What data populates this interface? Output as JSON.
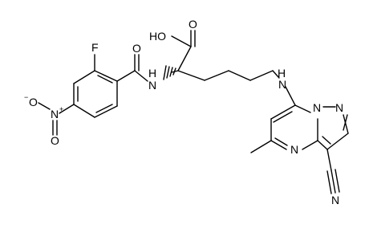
{
  "molecule": {
    "atoms": {
      "hydroxyl": "HO",
      "acid_oxygen": "O",
      "amide_oxygen": "O",
      "amide_nh": "H",
      "amide_n": "N",
      "fluorine": "F",
      "nitro_n": "N",
      "nitro_o_left": "O",
      "nitro_o_bottom": "O",
      "amine_nh": "H",
      "amine_n": "N",
      "ring_n1": "N",
      "ring_n2": "N",
      "pyrazole_n": "N",
      "nitrile_n": "N"
    },
    "charges": {
      "nitro_n_charge": "+",
      "nitro_o_charge": "−"
    }
  }
}
